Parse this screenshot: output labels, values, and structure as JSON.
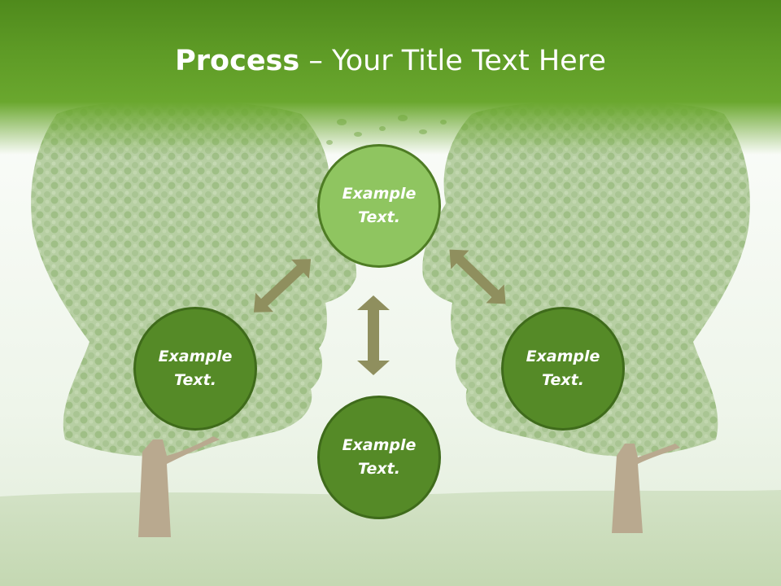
{
  "slide": {
    "title_bold": "Process",
    "title_rest": " – Your Title Text Here"
  },
  "nodes": [
    {
      "id": "top",
      "text": "Example Text."
    },
    {
      "id": "left",
      "text": "Example Text."
    },
    {
      "id": "right",
      "text": "Example Text."
    },
    {
      "id": "bottom",
      "text": "Example Text."
    }
  ],
  "colors": {
    "title_band": "#5d9a25",
    "node_fill": "#558a27",
    "node_fill_highlight": "#8fc560",
    "node_border": "#3f6b1b",
    "arrow": "#8f8f5e",
    "title_text": "#ffffff"
  },
  "background": {
    "icons": [
      "tree-head-left",
      "tree-head-right",
      "grass-field"
    ]
  }
}
